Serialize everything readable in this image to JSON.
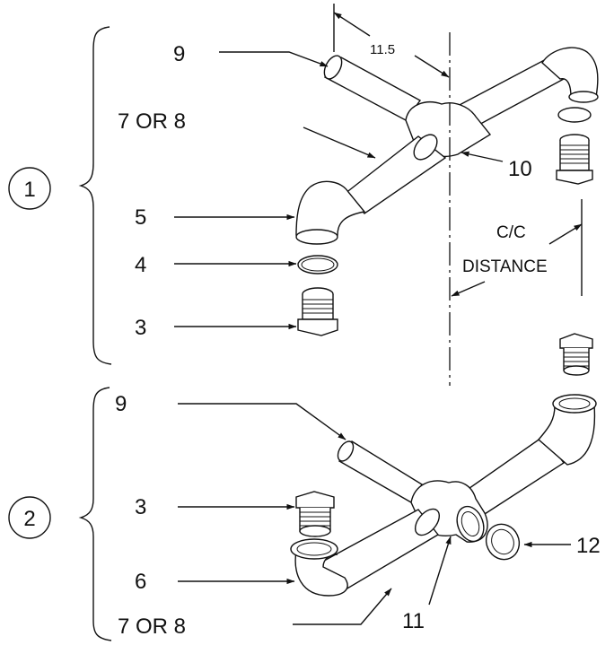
{
  "assemblies": [
    {
      "number": "1"
    },
    {
      "number": "2"
    }
  ],
  "callouts": {
    "a1_9": "9",
    "a1_7or8": "7 OR 8",
    "a1_5": "5",
    "a1_4": "4",
    "a1_3": "3",
    "a1_10": "10",
    "a2_9": "9",
    "a2_3": "3",
    "a2_6": "6",
    "a2_7or8": "7 OR 8",
    "a2_11": "11",
    "a2_12": "12"
  },
  "dimensions": {
    "offset": "11.5",
    "cc_line1": "C/C",
    "cc_line2": "DISTANCE"
  },
  "colors": {
    "line": "#111111",
    "background": "#ffffff"
  }
}
